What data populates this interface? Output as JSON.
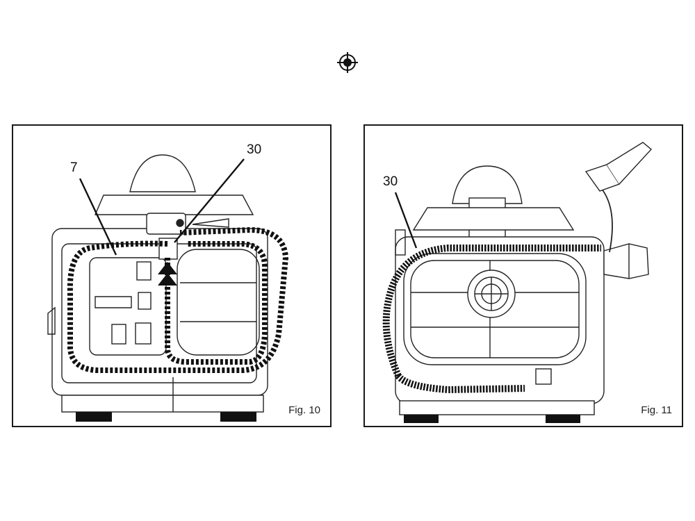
{
  "figures": [
    {
      "label": "Fig. 10",
      "callouts": [
        "7",
        "30"
      ]
    },
    {
      "label": "Fig. 11",
      "callouts": [
        "30"
      ]
    }
  ],
  "icons": {
    "registration_mark": "crosshair-registration-icon"
  }
}
